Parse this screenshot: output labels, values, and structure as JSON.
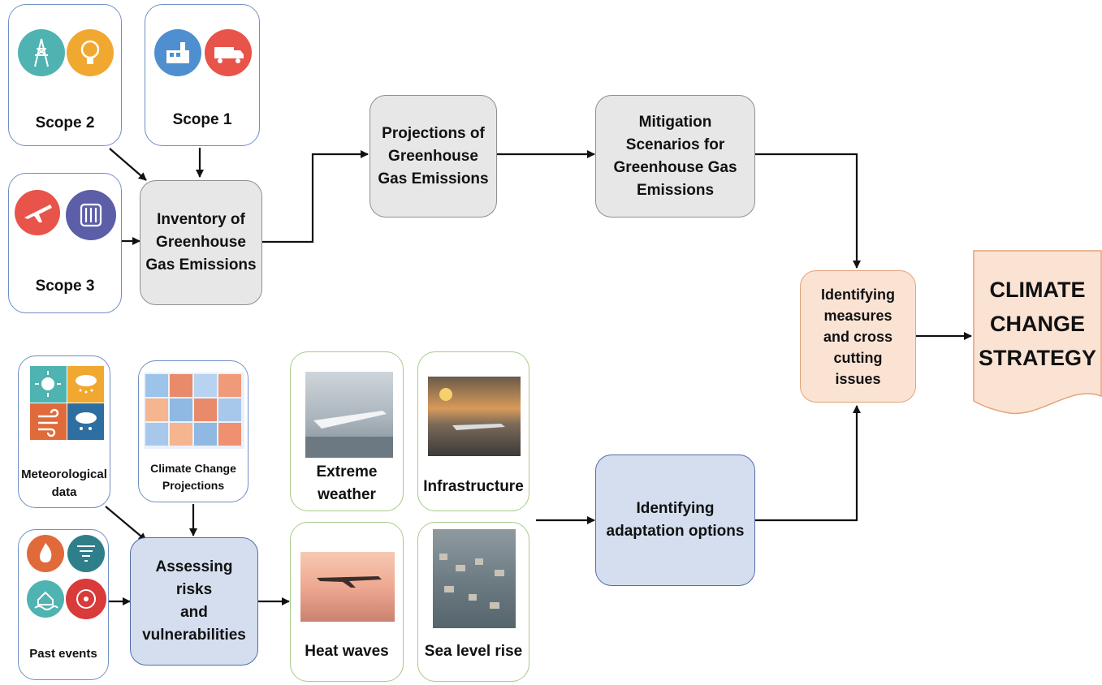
{
  "inputs": {
    "scope2": "Scope 2",
    "scope1": "Scope 1",
    "scope3": "Scope 3",
    "meteorological": "Meteorological\ndata",
    "climate_projections": "Climate Change\nProjections",
    "past_events": "Past events"
  },
  "process": {
    "inventory": "Inventory of\nGreenhouse\nGas Emissions",
    "projections": "Projections of\nGreenhouse\nGas Emissions",
    "mitigation": "Mitigation\nScenarios for\nGreenhouse Gas\nEmissions",
    "assessing": "Assessing risks\nand\nvulnerabilities",
    "adaptation": "Identifying\nadaptation options",
    "identifying_measures": "Identifying\nmeasures\nand cross\ncutting\nissues"
  },
  "impacts": {
    "extreme_weather": "Extreme\nweather",
    "infrastructure": "Infrastructure",
    "heat_waves": "Heat waves",
    "sea_level_rise": "Sea level rise"
  },
  "output": {
    "strategy": "CLIMATE\nCHANGE\nSTRATEGY"
  },
  "icons": {
    "scope2": [
      "transmission-tower-icon",
      "light-bulb-icon"
    ],
    "scope1": [
      "factory-icon",
      "truck-icon"
    ],
    "scope3": [
      "airplane-icon",
      "radiator-icon"
    ],
    "meteorological": [
      "sun-icon",
      "rain-cloud-icon",
      "wind-icon",
      "snow-cloud-icon"
    ],
    "past_events": [
      "fire-icon",
      "tornado-icon",
      "flood-icon",
      "hail-icon"
    ]
  },
  "colors": {
    "teal": "#4fb3b1",
    "orange": "#f0a830",
    "red": "#e8534a",
    "blue": "#4f8fd0",
    "purple": "#5c5ea8",
    "gray_box": "#e7e7e7",
    "blue_box": "#d5deef",
    "peach_box": "#fbe3d4"
  }
}
